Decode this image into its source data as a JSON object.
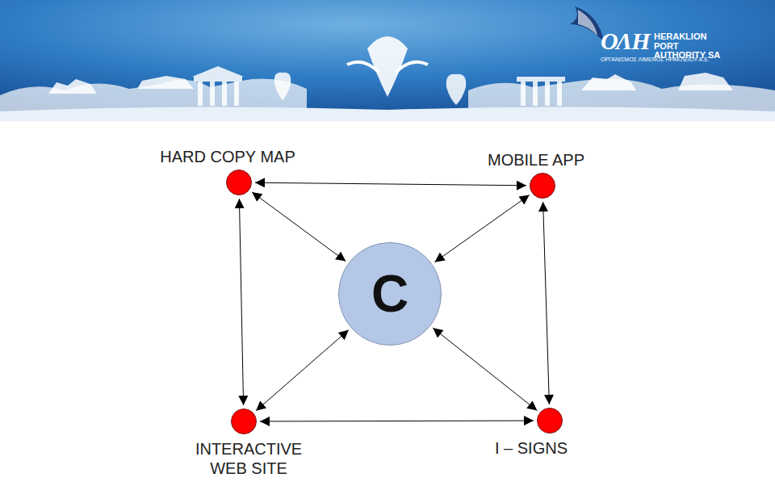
{
  "diagram": {
    "nodes": [
      {
        "text": [
          "HARD COPY MAP"
        ]
      },
      {
        "text": [
          "MOBILE APP"
        ]
      },
      {
        "text": [
          "C"
        ]
      },
      {
        "text": [
          "INTERACTIVE WEB SITE"
        ]
      },
      {
        "text": [
          "I – SIGNS"
        ]
      }
    ],
    "edges": [
      {
        "from": 0,
        "to": 1,
        "arrow": "both"
      },
      {
        "from": 0,
        "to": 3,
        "arrow": "both"
      },
      {
        "from": 1,
        "to": 4,
        "arrow": "both"
      },
      {
        "from": 3,
        "to": 4,
        "arrow": "both"
      },
      {
        "from": 0,
        "to": 2,
        "arrow": "both"
      },
      {
        "from": 1,
        "to": 2,
        "arrow": "both"
      },
      {
        "from": 3,
        "to": 2,
        "arrow": "both"
      },
      {
        "from": 4,
        "to": 2,
        "arrow": "both"
      }
    ],
    "labels": [
      "ΟΛΗ",
      "HERAKLION PORT AUTHORITY SA",
      "ΟΡΓΑΝΙΣΜΟΣ ΛΙΜΕΝΟΣ ΗΡΑΚΛΕΙΟΥ Α.Ε."
    ]
  }
}
